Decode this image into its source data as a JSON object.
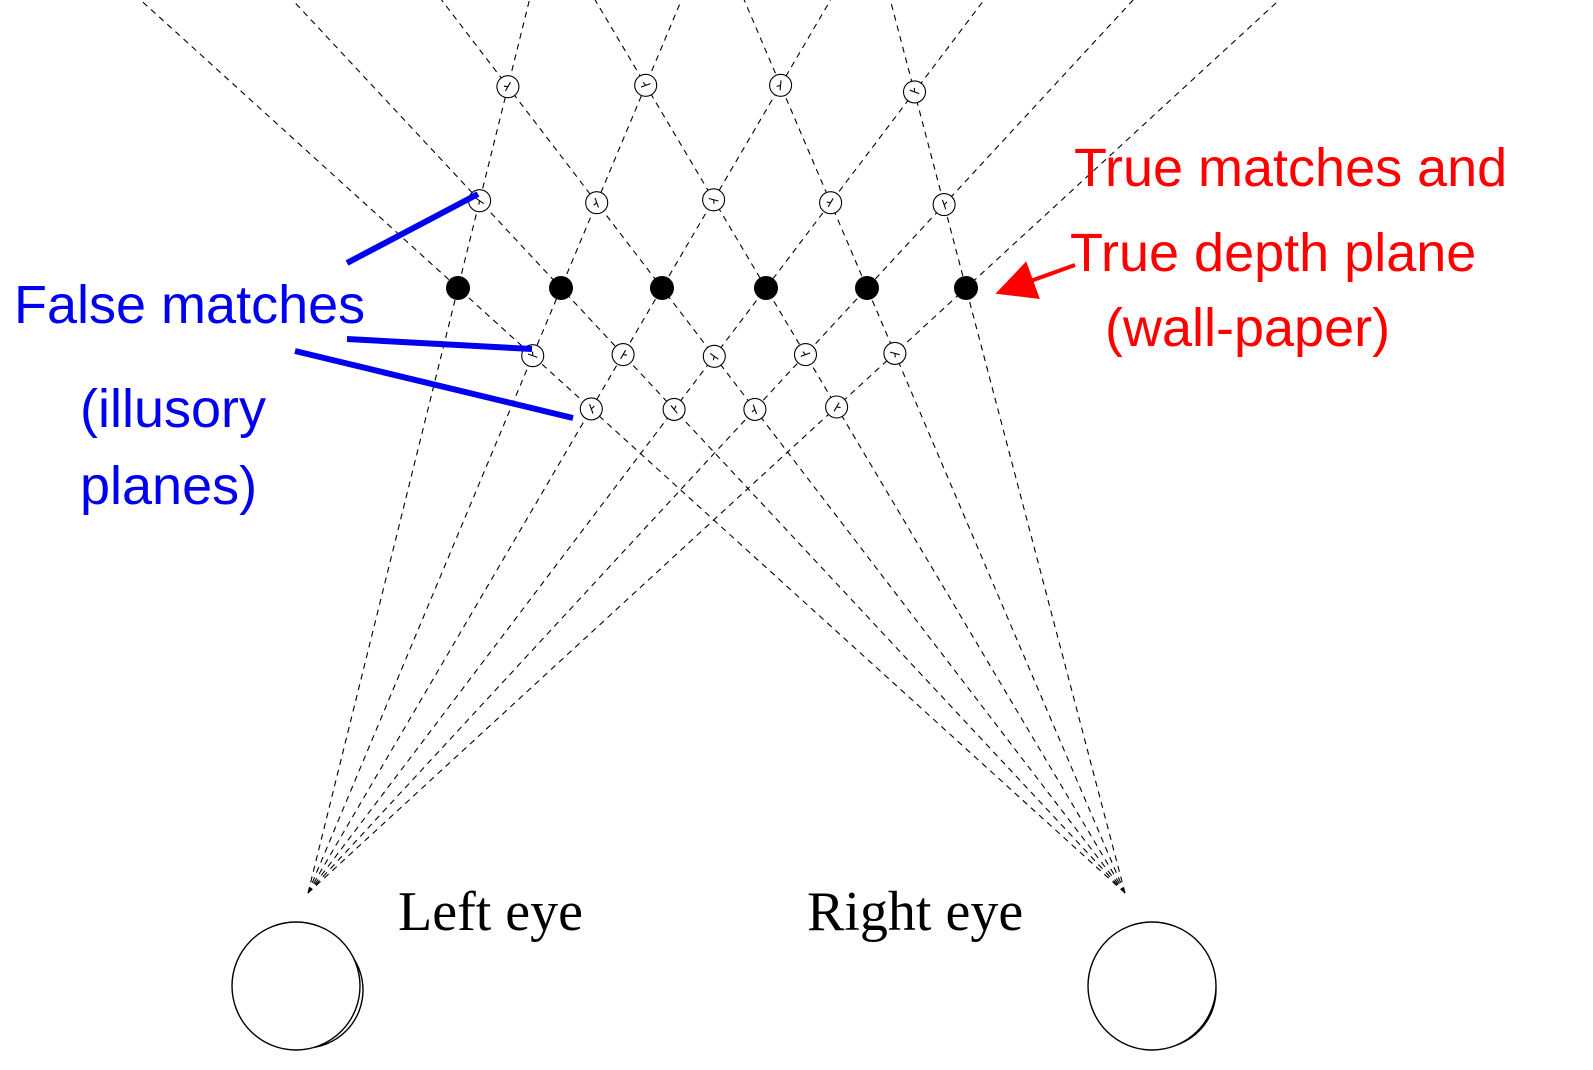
{
  "labels": {
    "false_matches": "False matches",
    "illusory_line1": "(illusory",
    "illusory_line2": "planes)",
    "true_line1": "True matches and",
    "true_line2": "True depth plane",
    "true_line3": "(wall-paper)",
    "left_eye": "Left eye",
    "right_eye": "Right eye"
  },
  "colors": {
    "false_label": "#0000ee",
    "true_label": "#ff0000",
    "rays": "#000000"
  }
}
